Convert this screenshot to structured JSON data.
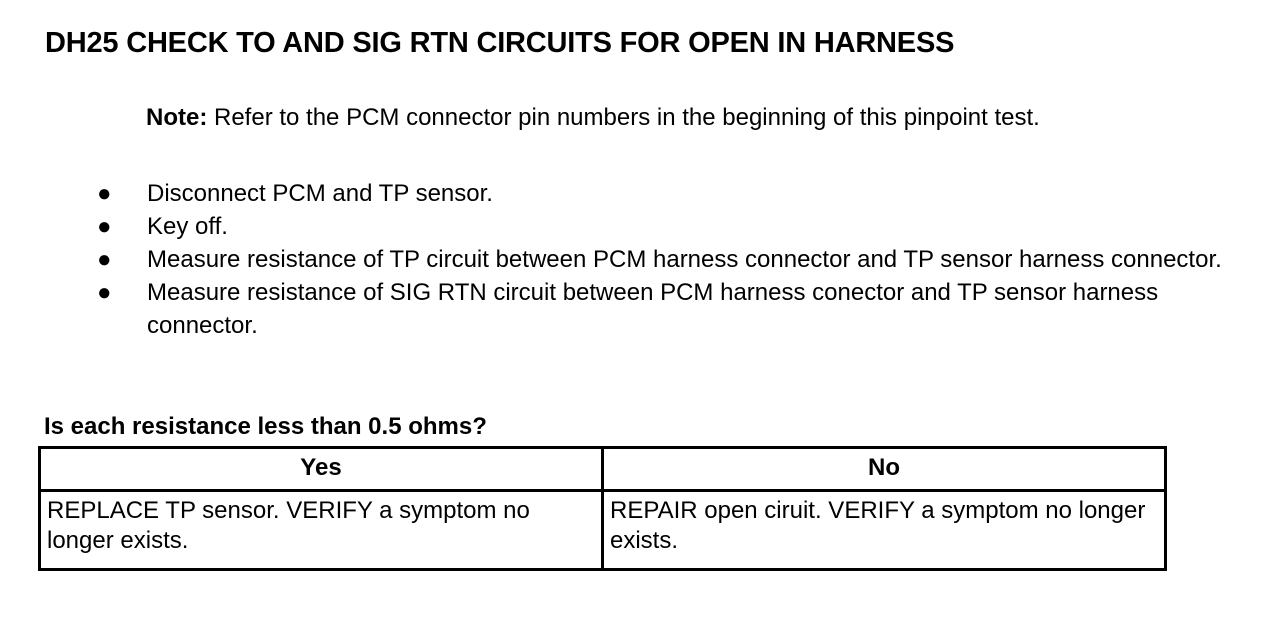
{
  "document": {
    "title": "DH25 CHECK TO AND SIG RTN CIRCUITS FOR OPEN IN HARNESS",
    "note": {
      "label": "Note:",
      "text": " Refer to the PCM connector pin numbers in the beginning of this pinpoint test."
    },
    "bullet_marker": "●",
    "steps": [
      "Disconnect PCM and TP sensor.",
      "Key off.",
      "Measure resistance of TP circuit between PCM harness connector and TP sensor harness connector.",
      "Measure resistance of SIG RTN circuit between PCM harness conector and TP sensor harness connector."
    ],
    "question": "Is each resistance less than 0.5 ohms?",
    "decision_table": {
      "headers": [
        "Yes",
        "No"
      ],
      "row": [
        "REPLACE TP sensor. VERIFY a symptom no longer exists.",
        "REPAIR open ciruit. VERIFY a symptom no longer exists."
      ]
    },
    "colors": {
      "text": "#000000",
      "background": "#ffffff",
      "table_border": "#000000"
    }
  }
}
